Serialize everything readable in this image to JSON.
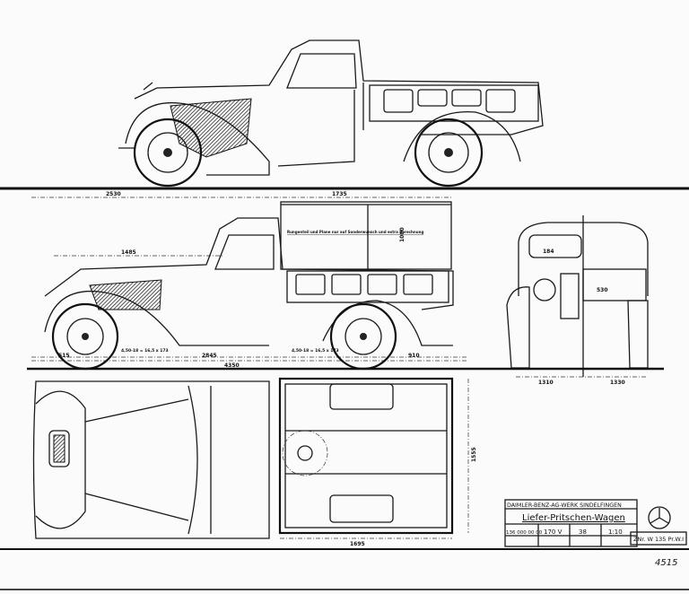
{
  "drawing": {
    "dimensions": {
      "front_overhang_top": "2530",
      "bed_length": "1735",
      "hood_length": "1485",
      "tarp_height": "1000",
      "front_overhang": "515",
      "wheelbase": "2845",
      "total_length": "4350",
      "rear_overhang": "910",
      "tire_front": "4,50-18 = 16,5 x 173",
      "tire_rear": "4,50-18 = 16,5 x 173",
      "front_track": "1310",
      "rear_track": "1330",
      "cab_width": "184",
      "bed_inner": "530",
      "plan_length": "1695",
      "plan_width": "1555"
    },
    "note": "Rungenteil und Plane nur auf Sonderwunsch und extra Berechnung",
    "title_block": {
      "company": "DAIMLER-BENZ-AG-WERK SINDELFINGEN",
      "title": "Liefer-Pritschen-Wagen",
      "number": "136 000 00 00",
      "type": "170 V",
      "sheet": "38",
      "scale": "1:10",
      "drawing_no": "ZNr. W 135 Pr.W.I"
    },
    "page_number": "4515"
  }
}
